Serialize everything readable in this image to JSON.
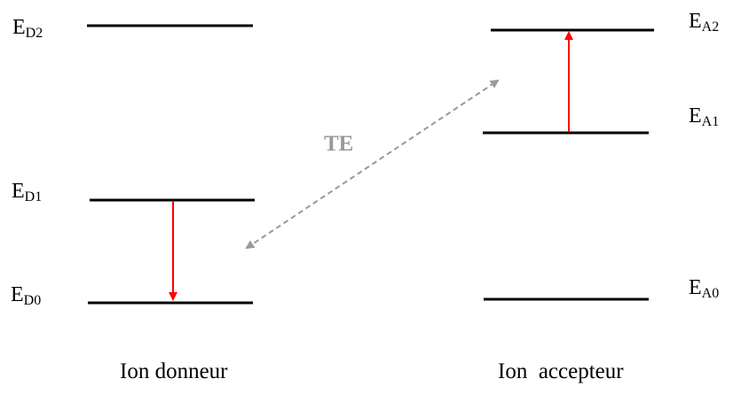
{
  "donor": {
    "caption": "Ion donneur",
    "levels": [
      {
        "symbol": "E",
        "subscript": "D2"
      },
      {
        "symbol": "E",
        "subscript": "D1"
      },
      {
        "symbol": "E",
        "subscript": "D0"
      }
    ]
  },
  "acceptor": {
    "caption": "Ion  accepteur",
    "levels": [
      {
        "symbol": "E",
        "subscript": "A2"
      },
      {
        "symbol": "E",
        "subscript": "A1"
      },
      {
        "symbol": "E",
        "subscript": "A0"
      }
    ]
  },
  "transfer": {
    "label": "TE"
  },
  "colors": {
    "level_line": "#000000",
    "transition_arrow": "#ff0000",
    "transfer_arrow": "#999999"
  }
}
